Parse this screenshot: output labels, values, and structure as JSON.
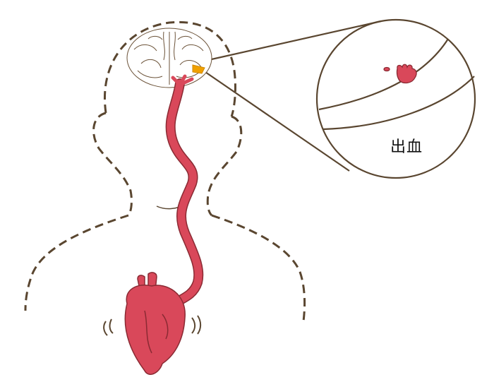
{
  "zoom_label": "出血",
  "colors": {
    "outline": "#5a4630",
    "artery": "#d9485a",
    "artery_outline": "#8a2a33",
    "highlight": "#f0a000"
  },
  "icons": [
    "body-silhouette",
    "brain",
    "artery",
    "heart",
    "magnifier-circle",
    "hemorrhage-spot"
  ]
}
